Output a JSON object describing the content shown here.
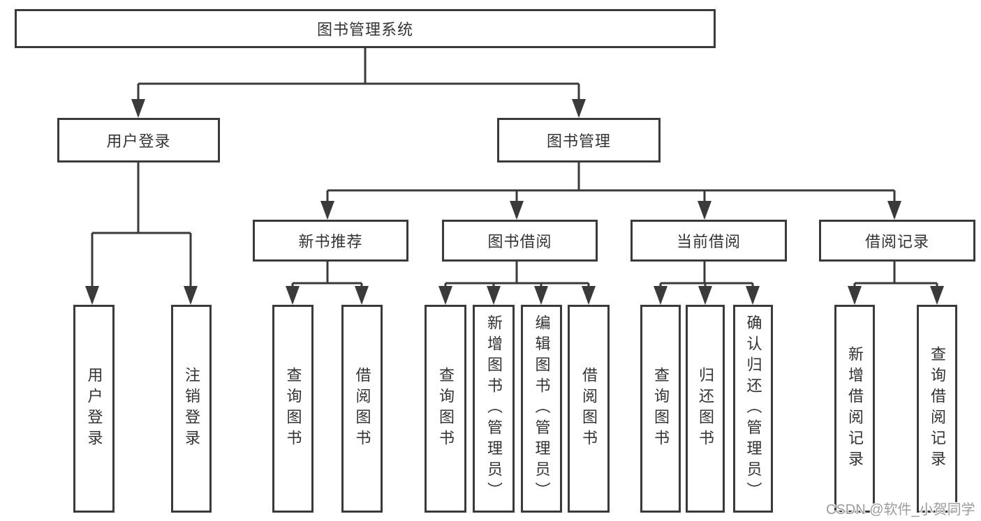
{
  "tree": {
    "label": "图书管理系统",
    "children": [
      {
        "label": "用户登录",
        "children": [
          {
            "label": "用户登录"
          },
          {
            "label": "注销登录"
          }
        ]
      },
      {
        "label": "图书管理",
        "children": [
          {
            "label": "新书推荐",
            "children": [
              {
                "label": "查询图书"
              },
              {
                "label": "借阅图书"
              }
            ]
          },
          {
            "label": "图书借阅",
            "children": [
              {
                "label": "查询图书"
              },
              {
                "label": "新增图书（管理员）"
              },
              {
                "label": "编辑图书（管理员）"
              },
              {
                "label": "借阅图书"
              }
            ]
          },
          {
            "label": "当前借阅",
            "children": [
              {
                "label": "查询图书"
              },
              {
                "label": "归还图书"
              },
              {
                "label": "确认归还（管理员）"
              }
            ]
          },
          {
            "label": "借阅记录",
            "children": [
              {
                "label": "新增借阅记录"
              },
              {
                "label": "查询借阅记录"
              }
            ]
          }
        ]
      }
    ]
  },
  "watermark": {
    "text": "CSDN @软件_小贺同学"
  },
  "colors": {
    "line": "#3a3a3a",
    "box_background": "#ffffff",
    "text": "#333333",
    "watermark_text": "#9c9c9c"
  }
}
